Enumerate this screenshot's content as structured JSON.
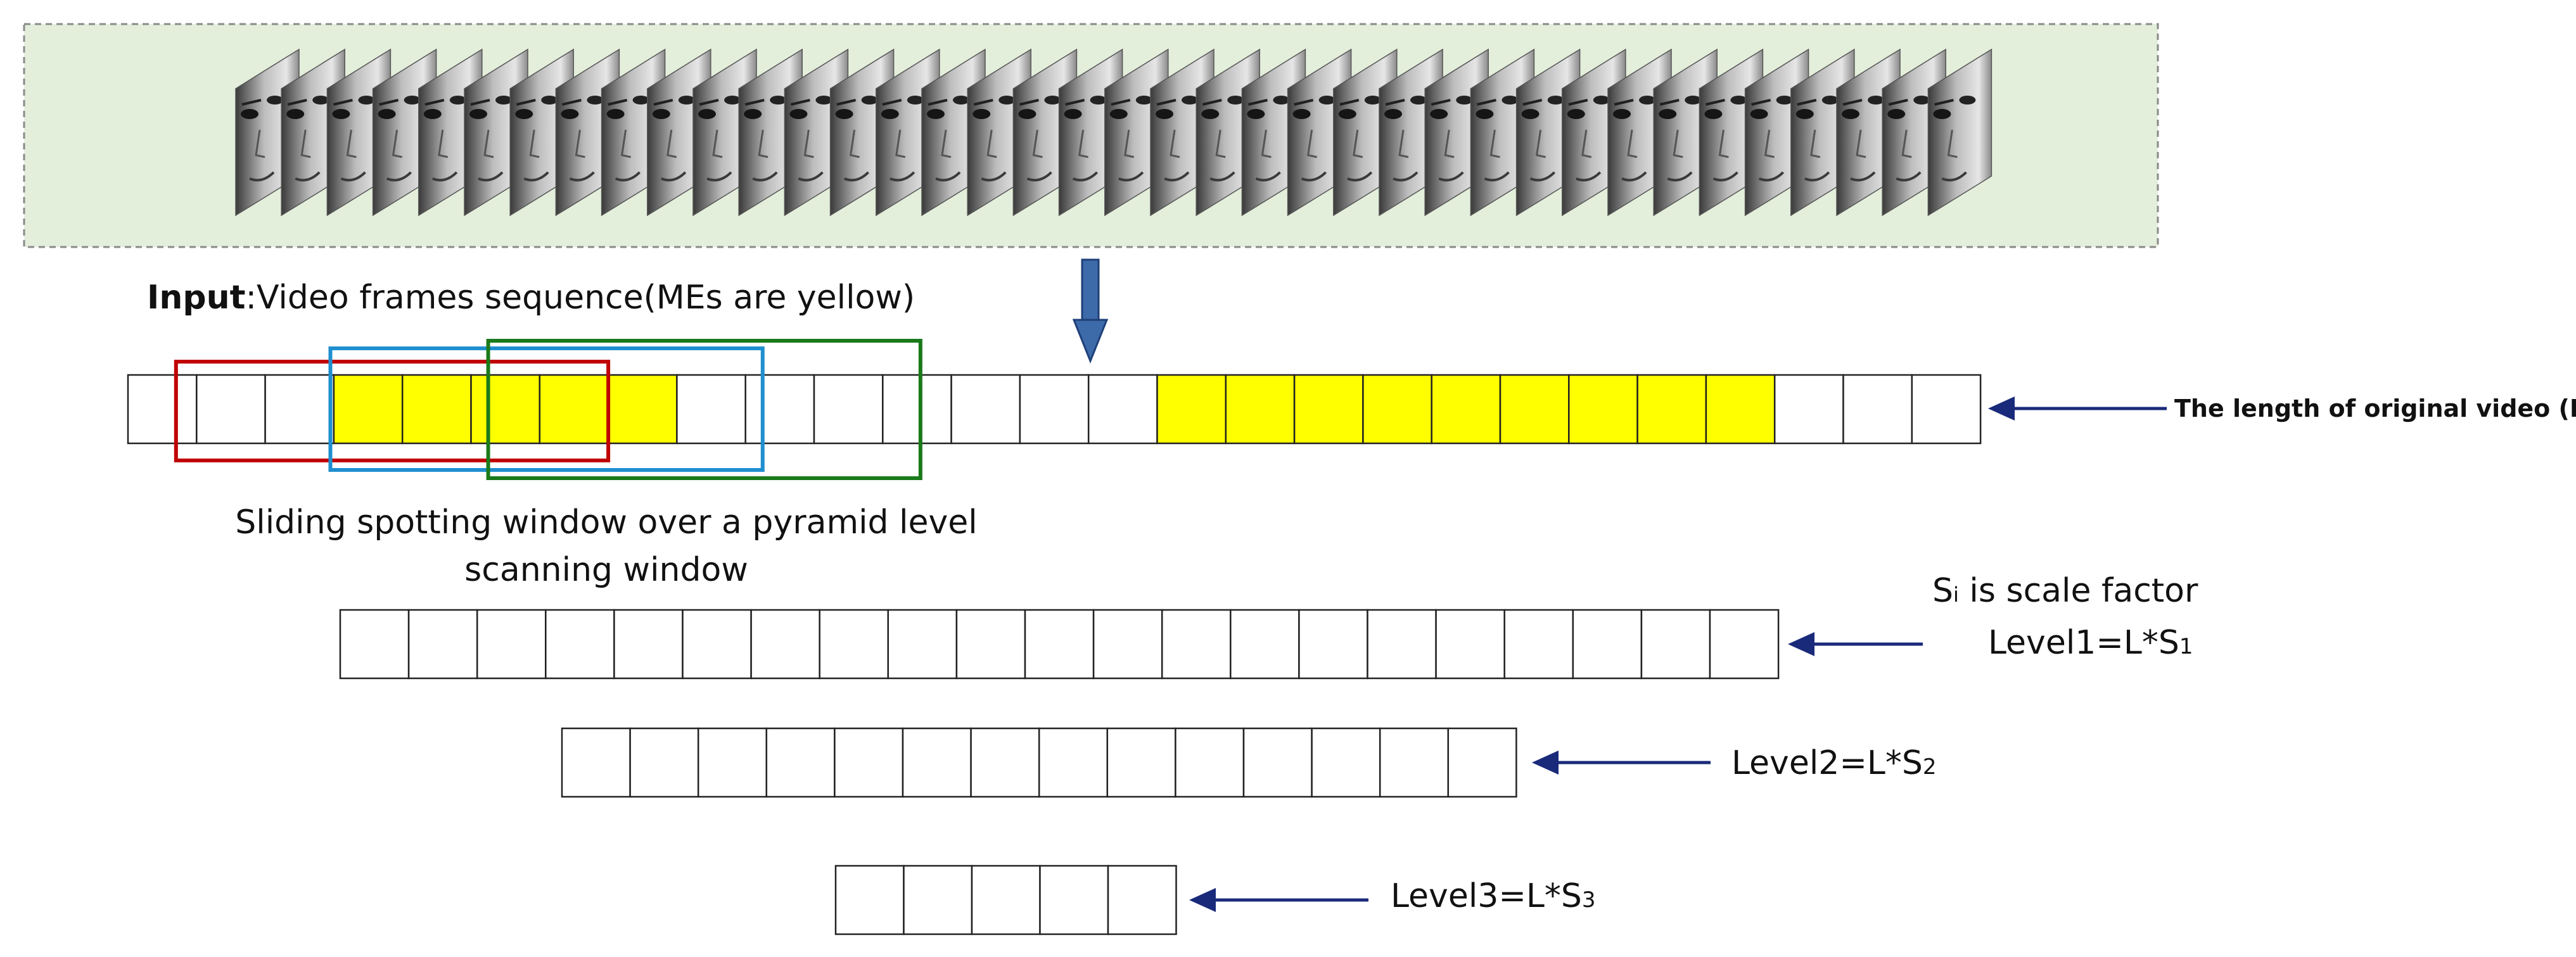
{
  "colors": {
    "panel_fill": "#e3eedb",
    "panel_border": "#8a8a8a",
    "highlight_yellow": "#ffff00",
    "cell_border": "#222222",
    "window_red": "#c00000",
    "window_blue": "#1f8fcf",
    "window_green": "#1a7a1a",
    "arrow_navy": "#1a2a7a",
    "down_arrow_blue": "#3d6aa8"
  },
  "icons": [
    "face-frame-icon",
    "down-arrow-icon",
    "left-arrow-icon"
  ],
  "frames": {
    "count": 38
  },
  "input_label": {
    "bold": "Input",
    "rest": ":Video frames sequence(MEs are yellow)"
  },
  "original": {
    "cells": 27,
    "yellow_runs": [
      [
        3,
        7
      ],
      [
        15,
        23
      ]
    ],
    "label": "The length of original video (L)"
  },
  "windows": [
    {
      "color": "red",
      "start_cell": 0.7,
      "end_cell": 7.0
    },
    {
      "color": "blue",
      "start_cell": 2.95,
      "end_cell": 9.25
    },
    {
      "color": "green",
      "start_cell": 5.25,
      "end_cell": 11.55
    }
  ],
  "sliding_caption": {
    "line1": "Sliding spotting window over a pyramid level",
    "line2": "scanning window"
  },
  "scale_note": {
    "base": "S",
    "sub": "i",
    "rest": " is scale factor"
  },
  "levels": [
    {
      "name": "level-1",
      "cells": 21,
      "label_main": "Level1=L*S",
      "label_sub": "1"
    },
    {
      "name": "level-2",
      "cells": 14,
      "label_main": "Level2=L*S",
      "label_sub": "2"
    },
    {
      "name": "level-3",
      "cells": 5,
      "label_main": "Level3=L*S",
      "label_sub": "3"
    }
  ]
}
